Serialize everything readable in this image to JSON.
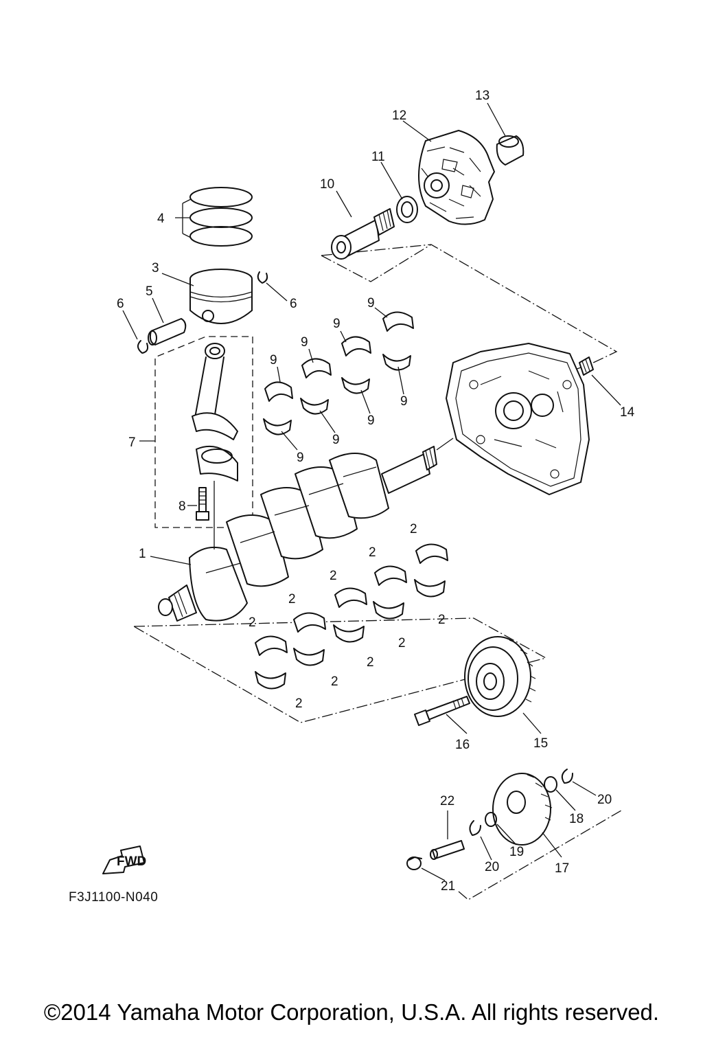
{
  "diagram": {
    "drawing_code": "F3J1100-N040",
    "fwd_label": "FWD",
    "callouts": {
      "c1": "1",
      "c2": "2",
      "c3": "3",
      "c4": "4",
      "c5": "5",
      "c6": "6",
      "c7": "7",
      "c8": "8",
      "c9": "9",
      "c10": "10",
      "c11": "11",
      "c12": "12",
      "c13": "13",
      "c14": "14",
      "c15": "15",
      "c16": "16",
      "c17": "17",
      "c18": "18",
      "c19": "19",
      "c20": "20",
      "c21": "21",
      "c22": "22"
    }
  },
  "footer": {
    "copyright": "©2014 Yamaha Motor Corporation, U.S.A. All rights reserved."
  },
  "colors": {
    "line": "#111111",
    "background": "#ffffff"
  }
}
